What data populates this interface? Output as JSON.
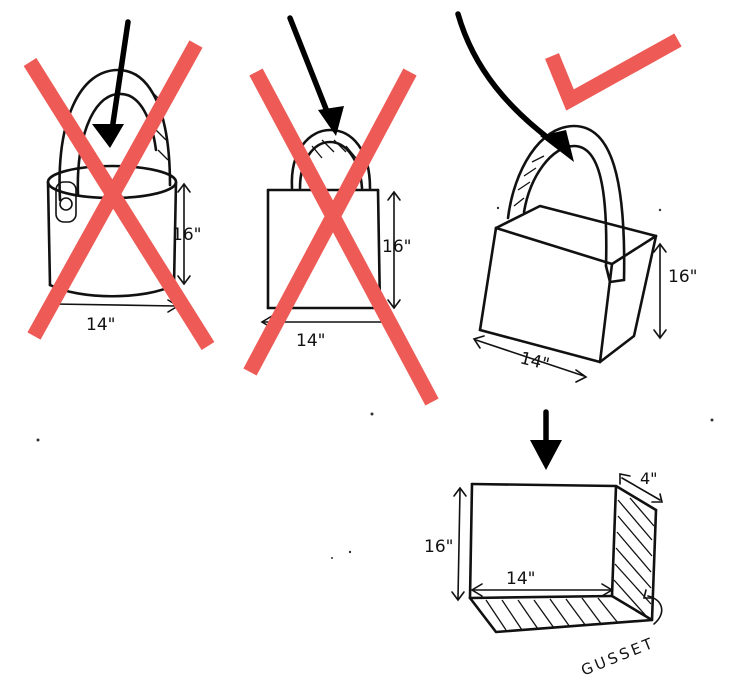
{
  "colors": {
    "mark": "#ee5a55",
    "ink": "#111111"
  },
  "bags": [
    {
      "id": "bag-1",
      "height": "16\"",
      "width": "14\"",
      "verdict": "cross"
    },
    {
      "id": "bag-2",
      "height": "16\"",
      "width": "14\"",
      "verdict": "cross"
    },
    {
      "id": "bag-3",
      "height": "16\"",
      "width": "14\"",
      "verdict": "check"
    }
  ],
  "gusset_box": {
    "height": "16\"",
    "width": "14\"",
    "depth": "4\"",
    "label": "GUSSET"
  }
}
